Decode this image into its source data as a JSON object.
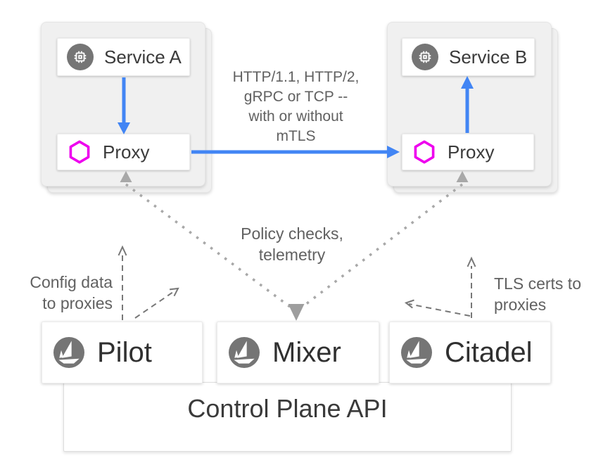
{
  "colors": {
    "accent_blue": "#4285f4",
    "proxy_magenta": "#ee00ee",
    "icon_circle_gray": "#757575",
    "pod_fill": "#f0f0f0",
    "annotation_gray": "#616161",
    "dotted_arrow_gray": "#a8a8a8",
    "dashed_arrow_gray": "#777777"
  },
  "data_plane": {
    "left_pod": {
      "service_label": "Service A",
      "proxy_label": "Proxy"
    },
    "right_pod": {
      "service_label": "Service B",
      "proxy_label": "Proxy"
    }
  },
  "annotations": {
    "traffic": "HTTP/1.1, HTTP/2,\ngRPC or TCP --\nwith or without\nmTLS",
    "policy": "Policy checks,\ntelemetry",
    "config": "Config data\nto proxies",
    "tls": "TLS certs to\nproxies"
  },
  "control_plane": {
    "components": [
      {
        "label": "Pilot"
      },
      {
        "label": "Mixer"
      },
      {
        "label": "Citadel"
      }
    ],
    "api_label": "Control Plane API"
  },
  "icons": {
    "service": "chip-icon",
    "proxy": "hexagon-icon",
    "component": "istio-sailboat-icon"
  },
  "edges": [
    {
      "from": "Service A",
      "to": "Proxy",
      "style": "solid-blue"
    },
    {
      "from": "Proxy (left)",
      "to": "Proxy (right)",
      "style": "solid-blue"
    },
    {
      "from": "Proxy",
      "to": "Service B",
      "style": "solid-blue"
    },
    {
      "from": "Proxy (left)",
      "to": "Mixer",
      "style": "dotted-gray-bidirectional"
    },
    {
      "from": "Proxy (right)",
      "to": "Mixer",
      "style": "dotted-gray-bidirectional"
    },
    {
      "from": "Pilot",
      "to": "proxies",
      "style": "dashed-gray"
    },
    {
      "from": "Citadel",
      "to": "proxies",
      "style": "dashed-gray"
    }
  ]
}
